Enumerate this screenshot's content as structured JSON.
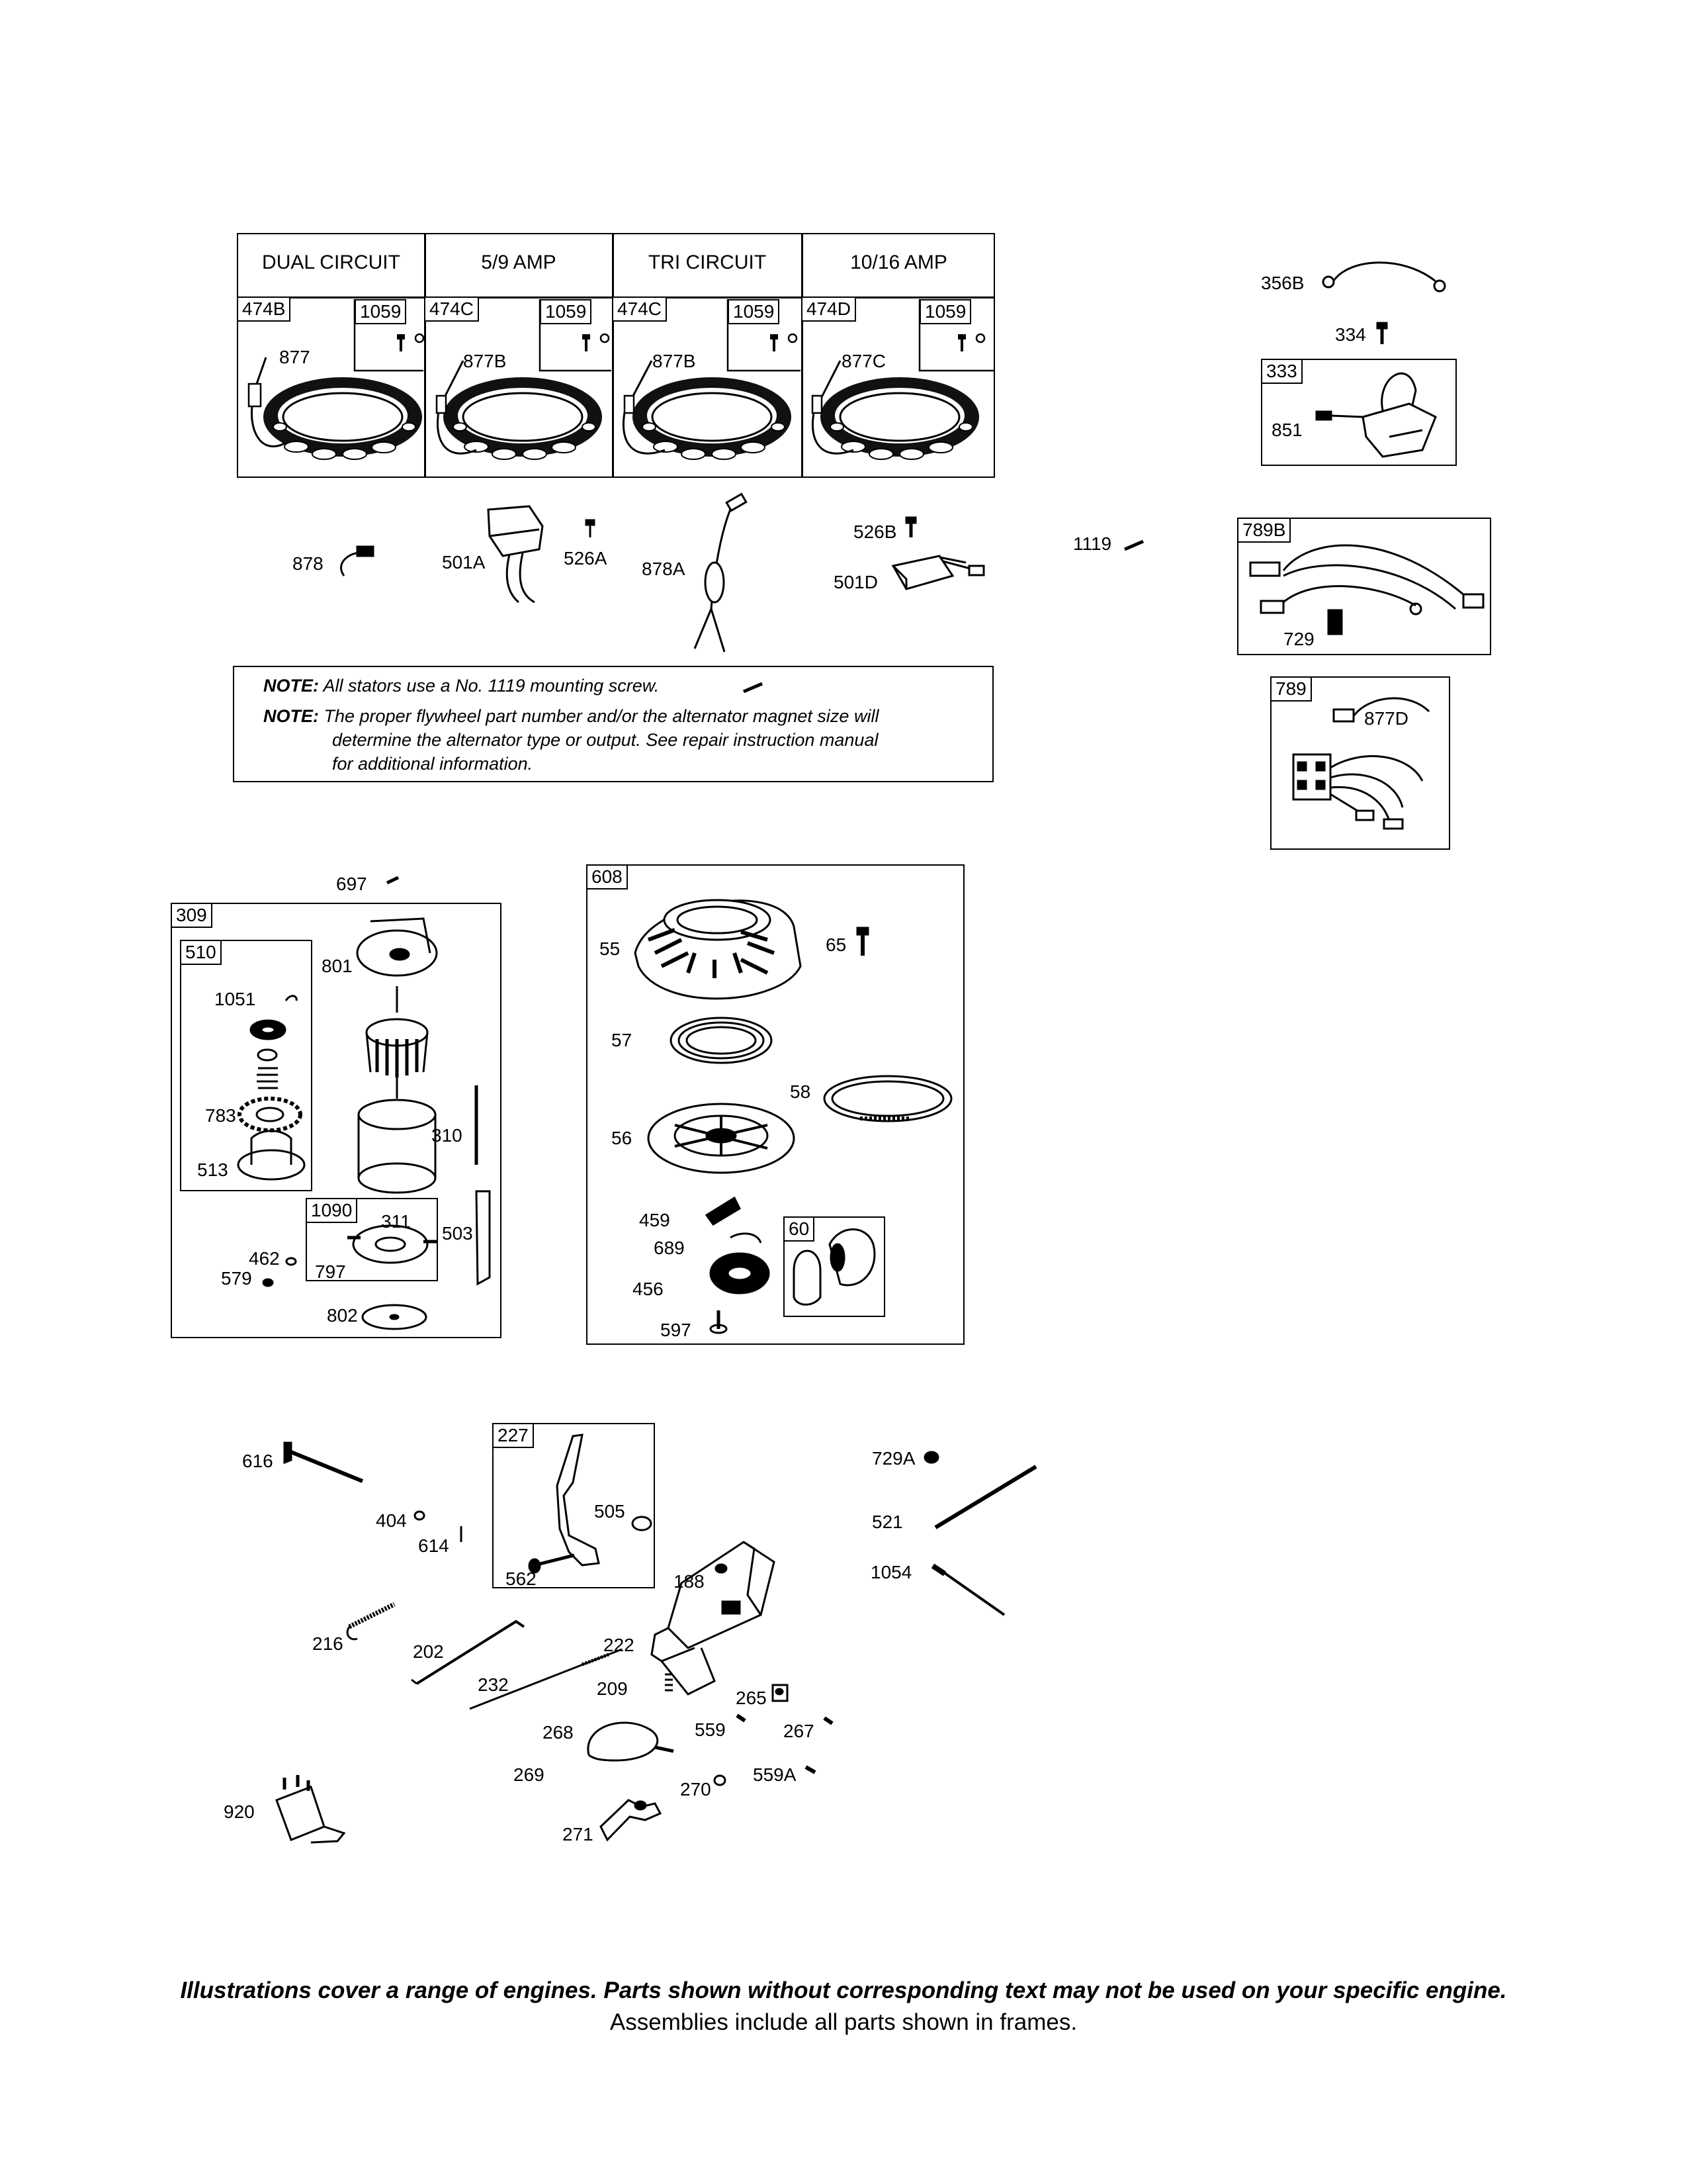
{
  "stator_table": {
    "columns": [
      {
        "heading": "DUAL CIRCUIT",
        "part": "474B",
        "screw": "1059",
        "lead": "877"
      },
      {
        "heading": "5/9 AMP",
        "part": "474C",
        "screw": "1059",
        "lead": "877B"
      },
      {
        "heading": "TRI CIRCUIT",
        "part": "474C",
        "screw": "1059",
        "lead": "877B"
      },
      {
        "heading": "10/16 AMP",
        "part": "474D",
        "screw": "1059",
        "lead": "877C"
      }
    ]
  },
  "parts_row": {
    "p878": "878",
    "p501A": "501A",
    "p526A": "526A",
    "p878A": "878A",
    "p526B": "526B",
    "p501D": "501D",
    "p1119": "1119"
  },
  "right_column": {
    "p356B": "356B",
    "p334": "334",
    "frame333": "333",
    "p851": "851",
    "frame789B": "789B",
    "p729": "729",
    "frame789": "789",
    "p877D": "877D"
  },
  "notes": [
    {
      "key": "NOTE:",
      "text": "All stators use a No. 1119 mounting screw."
    },
    {
      "key": "NOTE:",
      "text": "The proper flywheel part number and/or the alternator magnet size will",
      "text2": "determine the alternator type or output. See repair instruction manual",
      "text3": "for additional information."
    }
  ],
  "starter": {
    "p697": "697",
    "frame309": "309",
    "frame510": "510",
    "p801": "801",
    "p1051": "1051",
    "p783": "783",
    "p513": "513",
    "p310": "310",
    "frame1090": "1090",
    "p311": "311",
    "p503": "503",
    "p462": "462",
    "p797": "797",
    "p579": "579",
    "p802": "802"
  },
  "rewind": {
    "frame608": "608",
    "p55": "55",
    "p65": "65",
    "p57": "57",
    "p58": "58",
    "p56": "56",
    "p459": "459",
    "p689": "689",
    "frame60": "60",
    "p456": "456",
    "p597": "597"
  },
  "controls": {
    "p616": "616",
    "p404": "404",
    "p614": "614",
    "frame227": "227",
    "p505": "505",
    "p562": "562",
    "p188": "188",
    "p729A": "729A",
    "p521": "521",
    "p1054": "1054",
    "p216": "216",
    "p202": "202",
    "p222": "222",
    "p232": "232",
    "p209": "209",
    "p265": "265",
    "p268": "268",
    "p559": "559",
    "p267": "267",
    "p269": "269",
    "p270": "270",
    "p559A": "559A",
    "p920": "920",
    "p271": "271"
  },
  "footer": {
    "line1": "Illustrations cover a range of engines. Parts shown without corresponding text may not be used on your specific engine.",
    "line2": "Assemblies include all parts shown in frames."
  }
}
